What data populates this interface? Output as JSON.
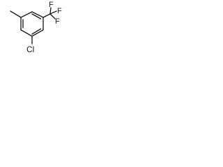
{
  "structure": {
    "atoms": {
      "fluorine_top": "F",
      "fluorine_right_upper": "F",
      "fluorine_right_lower": "F",
      "chlorine": "Cl"
    },
    "colors": {
      "bond": "#1a1a1a",
      "background": "#ffffff"
    }
  }
}
